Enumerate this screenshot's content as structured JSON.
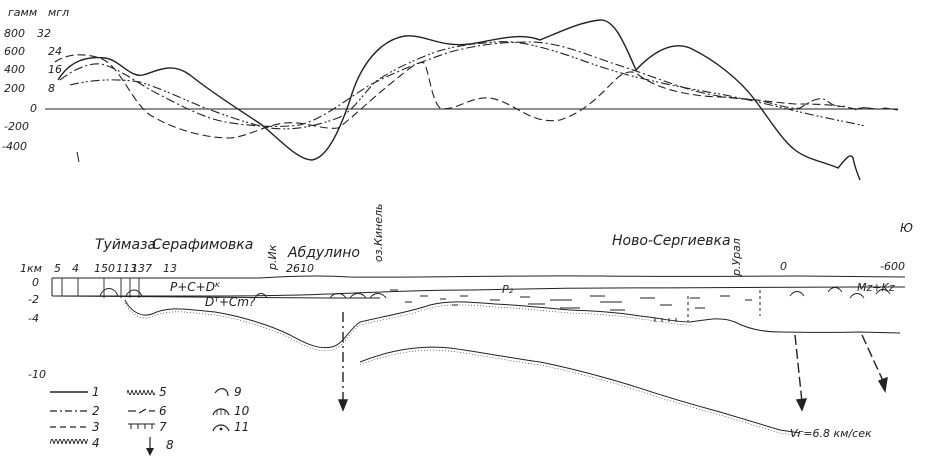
{
  "chart_data": {
    "type": "line",
    "left_axis_units": [
      "гамм",
      "мгл"
    ],
    "y_ticks_primary": [
      "800",
      "600",
      "400",
      "200",
      "0",
      "-200",
      "-400"
    ],
    "y_ticks_secondary": [
      "32",
      "24",
      "16",
      "8"
    ],
    "series": [
      {
        "style": "solid",
        "key": "1"
      },
      {
        "style": "long-dash",
        "key": "2"
      },
      {
        "style": "dash",
        "key": "3"
      },
      {
        "style": "dash-dot-dot",
        "key": "2"
      }
    ]
  },
  "profile": {
    "places": [
      "Туймаза",
      "Серафимовка",
      "Абдулино",
      "Ново-Сергиевка"
    ],
    "rivers": [
      "р.Ик",
      "оз.Кинель",
      "р.Урал"
    ],
    "south_marker": "Ю",
    "depth_ticks": [
      "1км",
      "0",
      "-2",
      "-4",
      "-10"
    ],
    "well_numbers": [
      "5",
      "4",
      "150",
      "113",
      "137",
      "13",
      "2610",
      "0",
      "-600"
    ],
    "formations": [
      "P+C+Dᴷ",
      "Dᵀ+Cm?",
      "P₂",
      "Mz+Kz"
    ],
    "velocity_label": "Vг=6.8 км/сек"
  },
  "legend": {
    "items": [
      {
        "num": "1",
        "symbol": "solid"
      },
      {
        "num": "2",
        "symbol": "dash-dot"
      },
      {
        "num": "3",
        "symbol": "dash"
      },
      {
        "num": "4",
        "symbol": "hatched"
      },
      {
        "num": "5",
        "symbol": "hatch-short"
      },
      {
        "num": "6",
        "symbol": "broken-dash"
      },
      {
        "num": "7",
        "symbol": "tick-down"
      },
      {
        "num": "8",
        "symbol": "arrow-down"
      },
      {
        "num": "9",
        "symbol": "hook"
      },
      {
        "num": "10",
        "symbol": "arc-hatched"
      },
      {
        "num": "11",
        "symbol": "arc-dot"
      }
    ]
  }
}
